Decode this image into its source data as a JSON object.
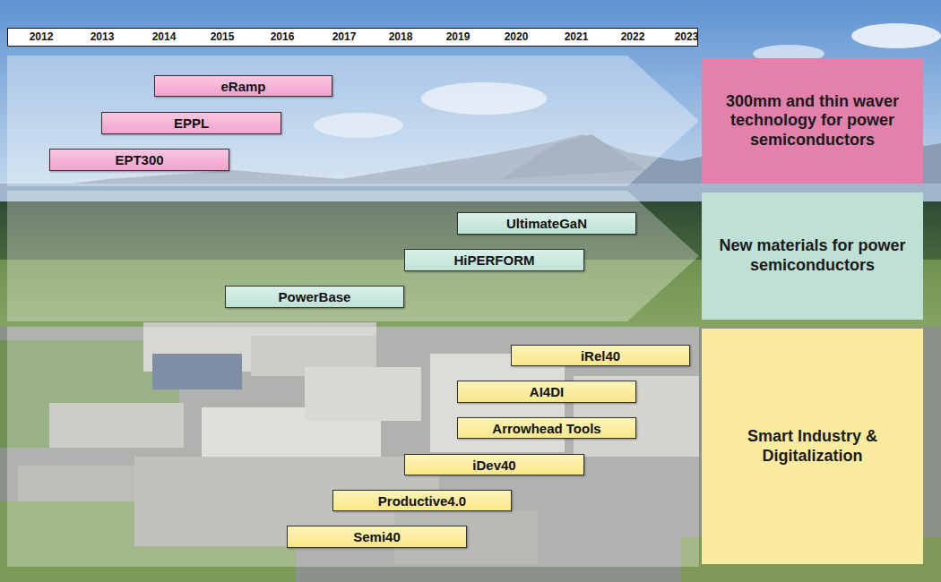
{
  "diagram": {
    "nodes": [
      {
        "text": [
          "eRamp"
        ]
      },
      {
        "text": [
          "EPPL"
        ]
      },
      {
        "text": [
          "EPT300"
        ]
      },
      {
        "text": [
          "300mm and thin waver technology for power semiconductors"
        ]
      },
      {
        "text": [
          "UltimateGaN"
        ]
      },
      {
        "text": [
          "HiPERFORM"
        ]
      },
      {
        "text": [
          "PowerBase"
        ]
      },
      {
        "text": [
          "New materials for power semiconductors"
        ]
      },
      {
        "text": [
          "iRel40"
        ]
      },
      {
        "text": [
          "AI4DI"
        ]
      },
      {
        "text": [
          "Arrowhead Tools"
        ]
      },
      {
        "text": [
          "iDev40"
        ]
      },
      {
        "text": [
          "Productive4.0"
        ]
      },
      {
        "text": [
          "Semi40"
        ]
      },
      {
        "text": [
          "Smart Industry & Digitalization"
        ]
      }
    ],
    "labels": [
      "2012",
      "2013",
      "2014",
      "2015",
      "2016",
      "2017",
      "2018",
      "2019",
      "2020",
      "2021",
      "2022",
      "2023"
    ]
  }
}
